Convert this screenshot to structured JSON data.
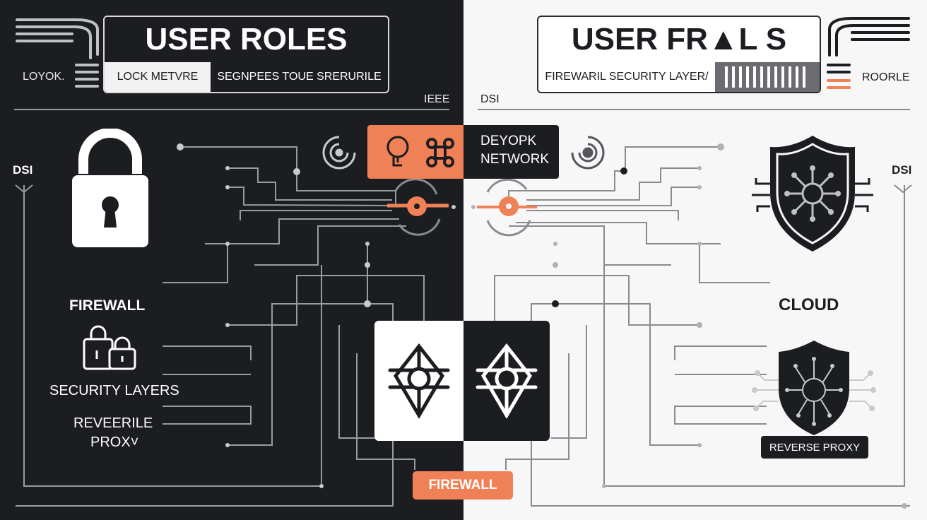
{
  "left": {
    "title": "USER ROLES",
    "tab_1": "LOCK METVRE",
    "tab_2": "SEGNPEES TOUE SRERURILE",
    "side_label": "LOYOK.",
    "ieee_label": "IEEE",
    "dsi_label": "DSI",
    "firewall_label": "FIREWALL",
    "security_layers_label": "SECURITY LAYERS",
    "reverse_proxy_label_line1": "REVEERILE",
    "reverse_proxy_label_line2": "PROX˅"
  },
  "right": {
    "title": "USER FR▲L S",
    "sub_label": "FIREWARIL SECURITY LAYER/",
    "side_label": "ROORLE",
    "dsi_top_label": "DSI",
    "dsi_label": "DSI",
    "cloud_label": "CLOUD",
    "reverse_proxy_badge": "REVERSE PROXY"
  },
  "center": {
    "network_line1": "DEYOPK",
    "network_line2": "NETWORK",
    "firewall_button": "FIREWALL"
  },
  "icons": {
    "left": [
      "menu-lines-icon",
      "padlock-icon",
      "locks-icon",
      "fingerprint-icon"
    ],
    "center": [
      "bulb-icon",
      "command-icon",
      "network-node-icon",
      "network-node-icon"
    ],
    "right": [
      "menu-lines-icon",
      "shield-network-icon",
      "shield-circuit-icon",
      "fingerprint-icon",
      "barcode-icon"
    ]
  },
  "colors": {
    "dark": "#1c1d21",
    "light": "#f7f7f8",
    "accent": "#f08055",
    "wire": "#8a8b90"
  }
}
